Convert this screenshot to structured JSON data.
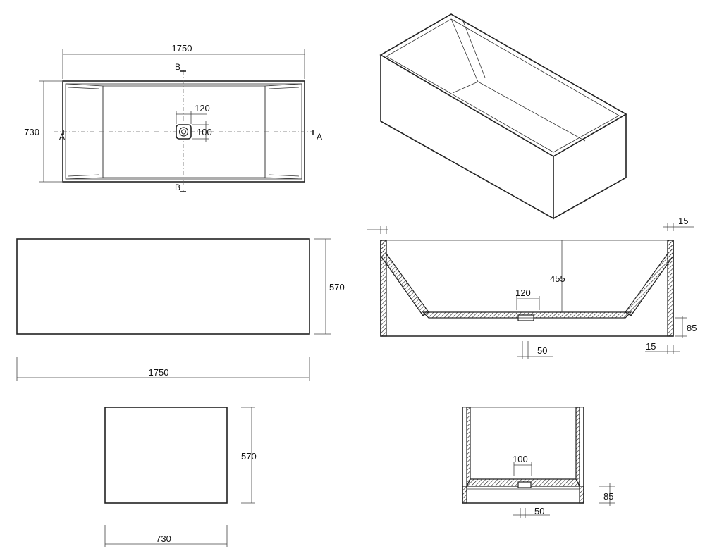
{
  "top_view": {
    "length": "1750",
    "width": "730",
    "drain_size_x": "120",
    "drain_size_y": "100",
    "section_a": "A",
    "section_b": "B"
  },
  "long_side_view": {
    "height": "570",
    "length": "1750"
  },
  "section_a_a": {
    "wall_top": "15",
    "depth": "455",
    "drain_width": "120",
    "base_height": "85",
    "drain_offset": "50",
    "wall_bottom": "15"
  },
  "short_side_view": {
    "height": "570",
    "width": "730"
  },
  "section_b_b": {
    "drain_width": "100",
    "base_height": "85",
    "drain_offset": "50"
  }
}
